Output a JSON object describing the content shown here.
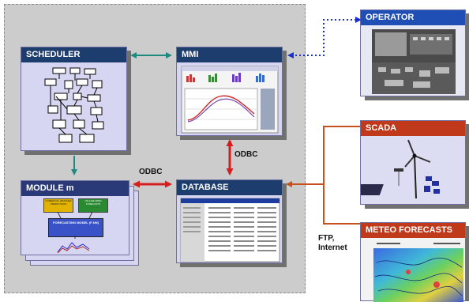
{
  "blocks": {
    "scheduler": {
      "title": "SCHEDULER"
    },
    "mmi": {
      "title": "MMI"
    },
    "module": {
      "title": "MODULE m",
      "box_nwp": "NUMERICAL WEATHER PREDICTIONS",
      "box_online": "ON-LINE WIND FORECASTS",
      "box_model": "FORECASTING MODEL (F-NN)"
    },
    "database": {
      "title": "DATABASE"
    },
    "operator": {
      "title": "OPERATOR"
    },
    "scada": {
      "title": "SCADA"
    },
    "meteo": {
      "title": "METEO FORECASTS"
    }
  },
  "connectors": {
    "odbc_mmi_db": "ODBC",
    "odbc_module_db": "ODBC",
    "ftp_internet": "FTP,\nInternet"
  },
  "colors": {
    "header_navy": "#1c3d6e",
    "header_red": "#c0391b",
    "header_blue": "#1f4fb4",
    "arrow_teal": "#1f8a80",
    "arrow_red": "#d71e1e",
    "arrow_orange": "#c8501e",
    "arrow_dotted_blue": "#1a2fd0"
  }
}
